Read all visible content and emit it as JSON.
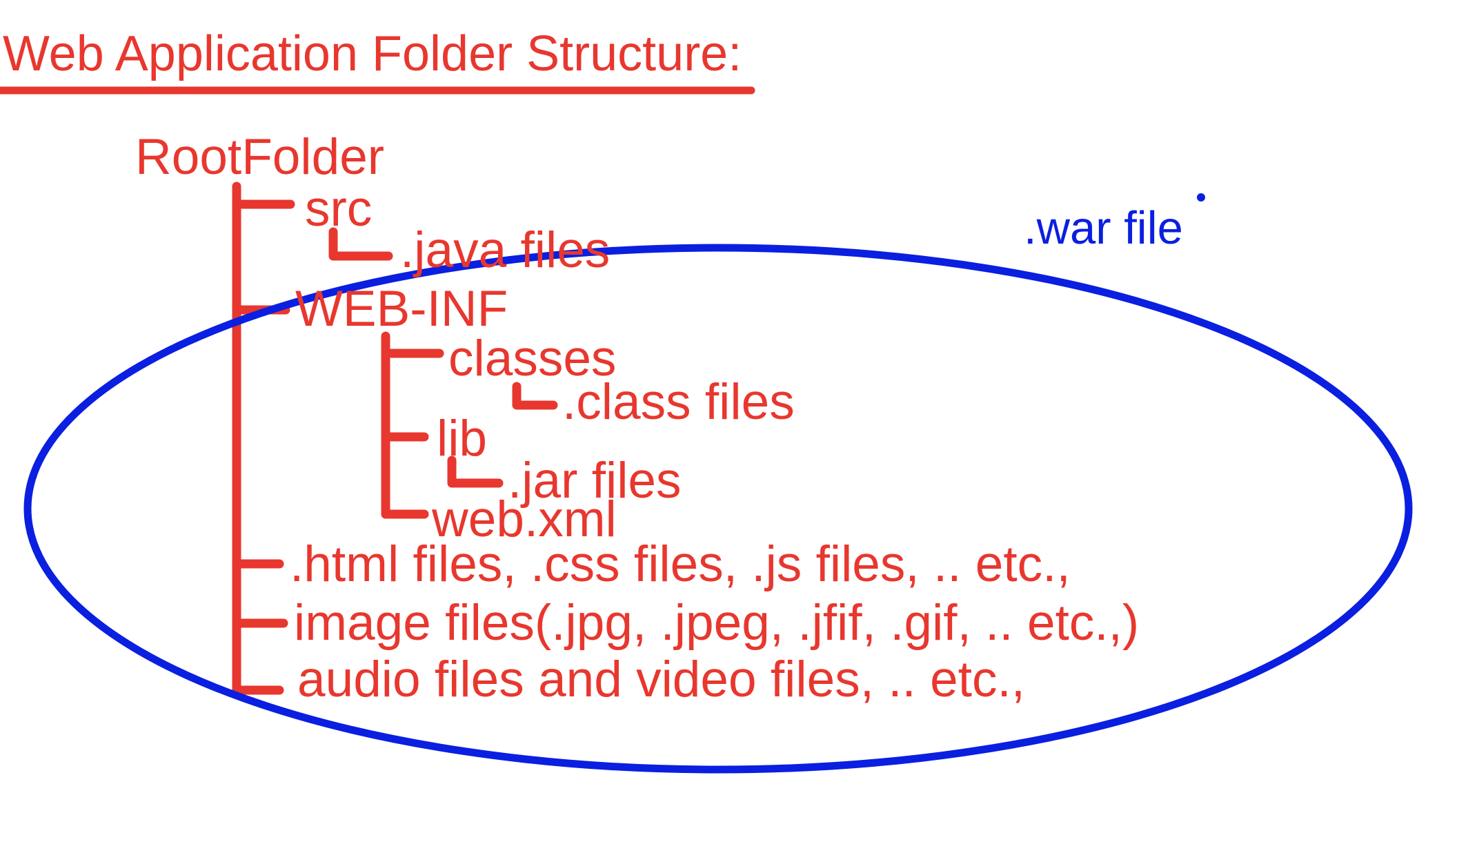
{
  "colors": {
    "annotation_red": "#e8372e",
    "war_blue": "#0a1fe0",
    "background": "#ffffff"
  },
  "title": "Web Application Folder Structure:",
  "tree": {
    "root": "RootFolder",
    "src": "src",
    "java_files": ".java files",
    "web_inf": "WEB-INF",
    "classes": "classes",
    "class_files": ".class files",
    "lib": "lib",
    "jar_files": ".jar files",
    "web_xml": "web.xml",
    "static_files": ".html files, .css files, .js files, .. etc.,",
    "image_files": "image files(.jpg, .jpeg, .jfif, .gif, .. etc.,)",
    "media_files": "audio files and video files, .. etc.,"
  },
  "war_label": ".war file"
}
